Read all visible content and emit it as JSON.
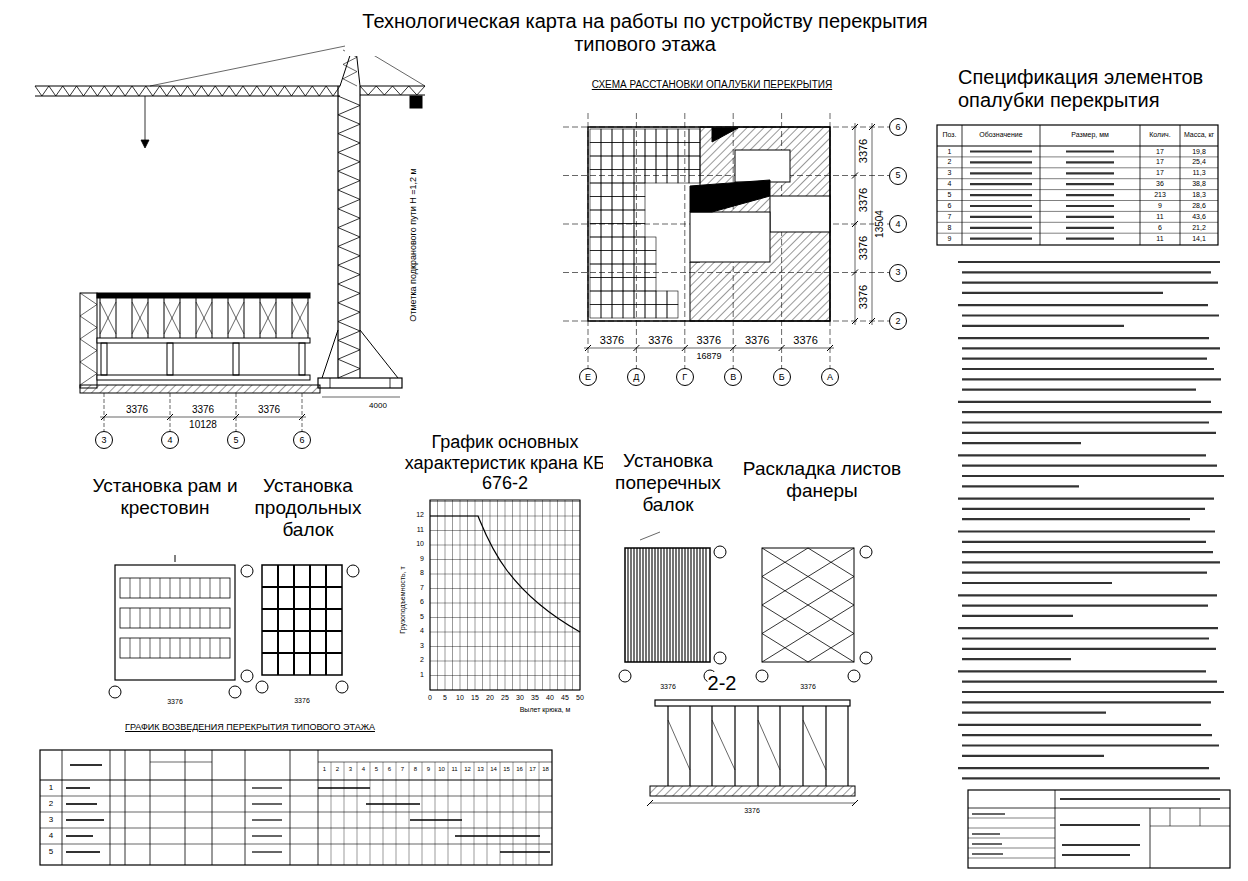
{
  "diagram": {
    "title": "Технологическая карта на работы по устройству перекрытия типового этажа",
    "nodes": [
      {
        "text": [
          "3"
        ]
      },
      {
        "text": [
          "4"
        ]
      },
      {
        "text": [
          "5"
        ]
      },
      {
        "text": [
          "6"
        ]
      },
      {
        "text": [
          "Е"
        ]
      },
      {
        "text": [
          "Д"
        ]
      },
      {
        "text": [
          "Г"
        ]
      },
      {
        "text": [
          "В"
        ]
      },
      {
        "text": [
          "Б"
        ]
      },
      {
        "text": [
          "А"
        ]
      },
      {
        "text": [
          "6"
        ]
      },
      {
        "text": [
          "5"
        ]
      },
      {
        "text": [
          "4"
        ]
      },
      {
        "text": [
          "3"
        ]
      },
      {
        "text": [
          "2"
        ]
      }
    ],
    "labels": [
      "СХЕМА РАССТАНОВКИ ОПАЛУБКИ ПЕРЕКРЫТИЯ",
      "3376",
      "3376",
      "3376",
      "3376",
      "3376",
      "16879",
      "3376",
      "3376",
      "3376",
      "3376",
      "13504",
      "3376",
      "3376",
      "3376",
      "10128",
      "4000",
      "Отметка подкранового пути Н =1,2 м",
      "График основных характеристик крана КБ 676-2",
      "1",
      "2",
      "3",
      "4",
      "5",
      "6",
      "7",
      "8",
      "9",
      "10",
      "11",
      "12",
      "0",
      "5",
      "10",
      "15",
      "20",
      "25",
      "30",
      "35",
      "40",
      "45",
      "50",
      "Вылет крюка, м",
      "Грузоподъемность, т",
      "Установка рам и крестовин",
      "Установка продольных балок",
      "Установка поперечных балок",
      "Раскладка листов фанеры",
      "2-2",
      "ГРАФИК ВОЗВЕДЕНИЯ ПЕРЕКРЫТИЯ ТИПОВОГО ЭТАЖА",
      "3376",
      "3376",
      "3376",
      "3376",
      "3376",
      "Спецификация элементов опалубки перекрытия",
      "Поз.",
      "Обозначение",
      "Размер, мм",
      "Колич.",
      "Масса, кг",
      "1",
      "17",
      "19,8",
      "2",
      "17",
      "25,4",
      "3",
      "17",
      "11,3",
      "4",
      "36",
      "38,8",
      "5",
      "213",
      "18,3",
      "6",
      "9",
      "28,6",
      "7",
      "11",
      "43,6",
      "8",
      "6",
      "21,2",
      "9",
      "11",
      "14,1",
      "1",
      "2",
      "3",
      "4",
      "5",
      "1",
      "2",
      "3",
      "4",
      "5",
      "6",
      "7",
      "8",
      "9",
      "10",
      "11",
      "12",
      "13",
      "14",
      "15",
      "16",
      "17",
      "18"
    ]
  }
}
